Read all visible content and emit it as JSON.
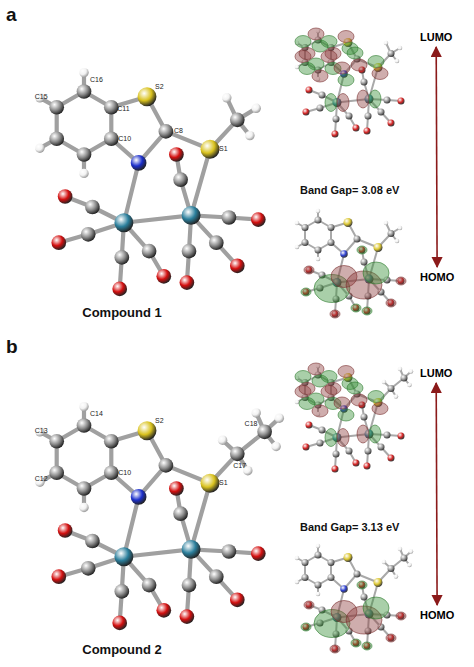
{
  "diagram": {
    "nodes": [
      {
        "text": [
          "LUMO"
        ]
      },
      {
        "text": [
          "HOMO"
        ]
      },
      {
        "text": [
          "LUMO"
        ]
      },
      {
        "text": [
          "HOMO"
        ]
      }
    ],
    "edges": [
      {
        "from": 0,
        "to": 1,
        "arrow": "both"
      },
      {
        "from": 2,
        "to": 3,
        "arrow": "both"
      }
    ],
    "labels": [
      "a",
      "C16",
      "C15",
      "C11",
      "C10",
      "S2",
      "C8",
      "S1",
      "Compound 1",
      "Band Gap= 3.08 eV",
      "b",
      "C14",
      "C13",
      "C12",
      "C10",
      "S2",
      "S1",
      "C17",
      "C18",
      "Compound 2",
      "Band Gap= 3.13 eV"
    ]
  }
}
